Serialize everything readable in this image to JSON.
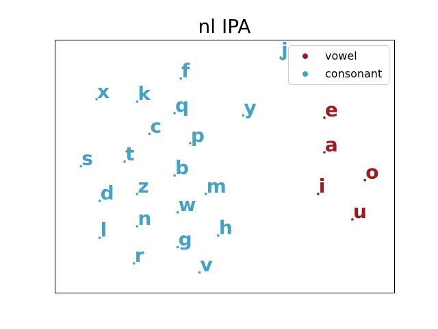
{
  "chart_data": {
    "type": "scatter",
    "title": "nl IPA",
    "xlabel": "",
    "ylabel": "",
    "grid": false,
    "legend_position": "top-right",
    "axis_ticks": false,
    "xlim": [
      0,
      100
    ],
    "ylim": [
      0,
      100
    ],
    "series": [
      {
        "name": "vowel",
        "color": "#9B1C20",
        "points": [
          {
            "label": "e",
            "x": 82,
            "y": 71
          },
          {
            "label": "a",
            "x": 82,
            "y": 56
          },
          {
            "label": "o",
            "x": 95,
            "y": 44
          },
          {
            "label": "i",
            "x": 80,
            "y": 38
          },
          {
            "label": "u",
            "x": 91,
            "y": 27
          }
        ]
      },
      {
        "name": "consonant",
        "color": "#45A2C4",
        "points": [
          {
            "label": "j",
            "x": 68,
            "y": 97
          },
          {
            "label": "f",
            "x": 36,
            "y": 88
          },
          {
            "label": "x",
            "x": 9,
            "y": 79
          },
          {
            "label": "k",
            "x": 22,
            "y": 78
          },
          {
            "label": "q",
            "x": 34,
            "y": 73
          },
          {
            "label": "y",
            "x": 56,
            "y": 72
          },
          {
            "label": "c",
            "x": 26,
            "y": 64
          },
          {
            "label": "p",
            "x": 39,
            "y": 60
          },
          {
            "label": "s",
            "x": 4,
            "y": 50
          },
          {
            "label": "t",
            "x": 18,
            "y": 52
          },
          {
            "label": "b",
            "x": 34,
            "y": 46
          },
          {
            "label": "m",
            "x": 44,
            "y": 38
          },
          {
            "label": "d",
            "x": 10,
            "y": 35
          },
          {
            "label": "z",
            "x": 22,
            "y": 38
          },
          {
            "label": "w",
            "x": 35,
            "y": 30
          },
          {
            "label": "n",
            "x": 22,
            "y": 24
          },
          {
            "label": "h",
            "x": 48,
            "y": 20
          },
          {
            "label": "l",
            "x": 10,
            "y": 19
          },
          {
            "label": "g",
            "x": 35,
            "y": 15
          },
          {
            "label": "r",
            "x": 21,
            "y": 8
          },
          {
            "label": "v",
            "x": 42,
            "y": 4
          }
        ]
      }
    ]
  }
}
